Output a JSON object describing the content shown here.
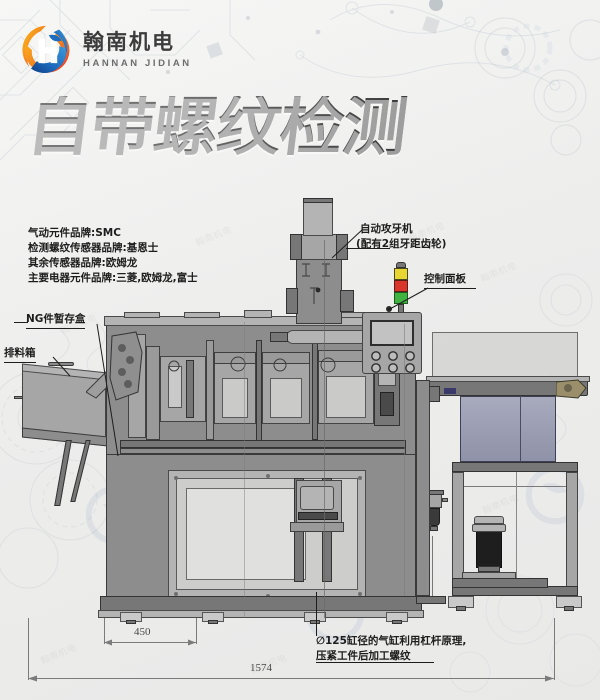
{
  "brand": {
    "name_cn": "翰南机电",
    "name_en": "HANNAN JIDIAN",
    "logo_icon": "hannan-swirl-logo-icon",
    "colors": {
      "orange": "#f59020",
      "red": "#e8402a",
      "blue": "#1f6fc4",
      "deep_blue": "#11458f"
    }
  },
  "headline": {
    "text": "自带螺纹检测"
  },
  "specs": {
    "lines": [
      "气动元件品牌:SMC",
      "检测螺纹传感器品牌:基恩士",
      "其余传感器品牌:欧姆龙",
      "主要电器元件品牌:三菱,欧姆龙,富士"
    ]
  },
  "callouts": {
    "tapping_machine": "自动攻牙机",
    "tapping_machine_sub": "(配有2组牙距齿轮)",
    "control_panel": "控制面板",
    "ng_box": "NG件暂存盒",
    "discharge_box": "排料箱",
    "cylinder_note_1": "∅125缸径的气缸利用杠杆原理,",
    "cylinder_note_2": "压紧工件后加工螺纹"
  },
  "dimensions": {
    "width_450": "450",
    "width_1574": "1574"
  },
  "stack_light": {
    "top_color": "#e8d632",
    "mid_color": "#d8362a",
    "bottom_color": "#3fb23f"
  },
  "watermark": {
    "text_cn": "翰南机电",
    "text_en": "HANNAN"
  }
}
